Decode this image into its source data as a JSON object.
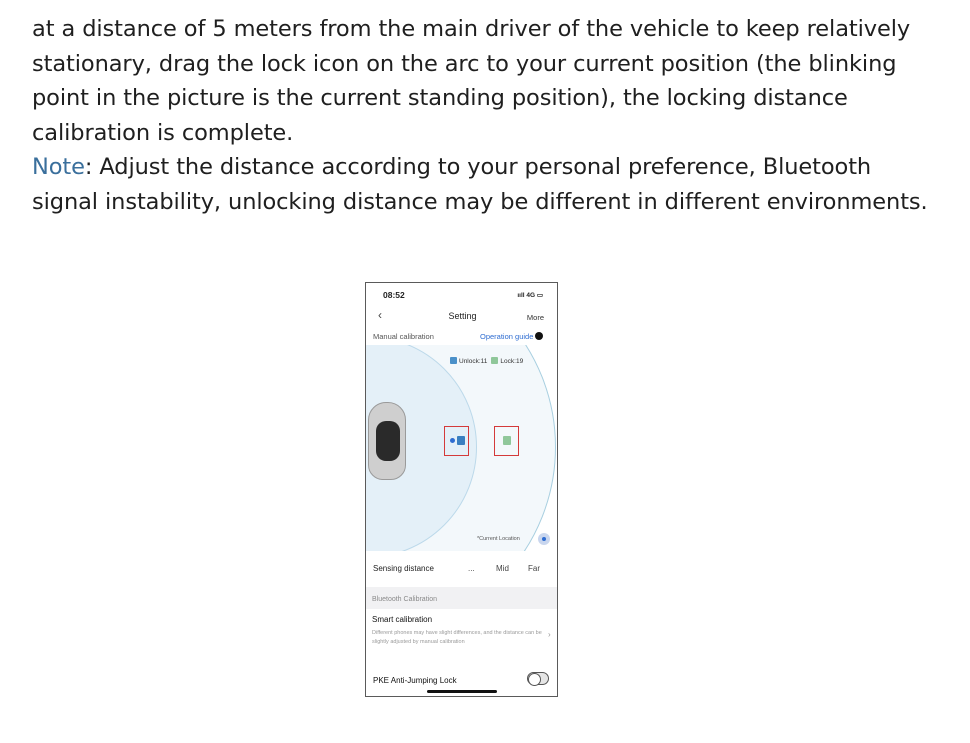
{
  "article": {
    "para1": "at a distance of 5 meters from the main driver of the vehicle to keep relatively stationary, drag the lock icon on the arc to your current position (the blinking point in the picture is the current standing position), the locking distance calibration is complete.",
    "note_label": "Note",
    "note_text": ": Adjust the distance according to your personal preference, Bluetooth signal instability, unlocking distance may be different in different environments."
  },
  "phone": {
    "status_time": "08:52",
    "status_right": "ııll 4G ▭",
    "back_icon": "‹",
    "title": "Setting",
    "more": "More",
    "manual_calibration": "Manual calibration",
    "operation_guide": "Operation guide",
    "legend_unlock": "Unlock:11",
    "legend_lock": "Lock:19",
    "current_location": "*Current Location",
    "sensing_distance": "Sensing distance",
    "sensing_options": [
      "...",
      "Mid",
      "Far"
    ],
    "bluetooth_calibration": "Bluetooth Calibration",
    "smart_calibration": "Smart calibration",
    "smart_description": "Different phones may have slight differences, and the distance can be slightly adjusted by manual calibration",
    "chevron": "›",
    "pke_label": "PKE Anti-Jumping Lock",
    "pke_enabled": false
  }
}
